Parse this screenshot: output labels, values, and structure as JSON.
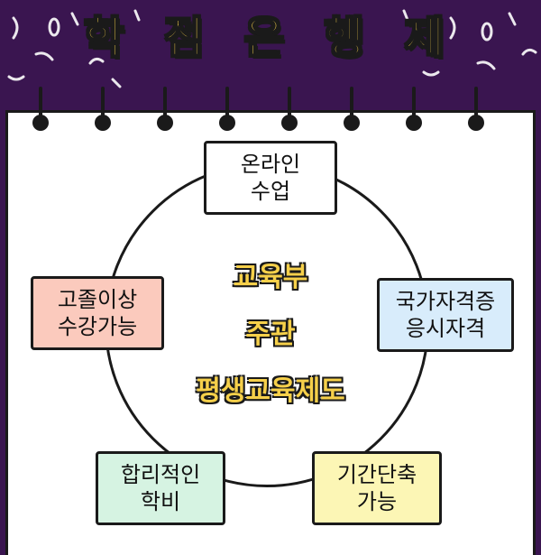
{
  "title": "학 점 은 행 제",
  "center": {
    "line1": "교육부",
    "line2": "주관",
    "line3": "평생교육제도"
  },
  "nodes": [
    {
      "line1": "온라인",
      "line2": "수업",
      "color": "#ffffff"
    },
    {
      "line1": "국가자격증",
      "line2": "응시자격",
      "color": "#d8ecfb"
    },
    {
      "line1": "기간단축",
      "line2": "가능",
      "color": "#fcf6b5"
    },
    {
      "line1": "합리적인",
      "line2": "학비",
      "color": "#d6f3e2"
    },
    {
      "line1": "고졸이상",
      "line2": "수강가능",
      "color": "#fbcabd"
    }
  ],
  "colors": {
    "background": "#3a1550",
    "title_fill": "#f6d04a",
    "outline": "#1a1a1a"
  }
}
